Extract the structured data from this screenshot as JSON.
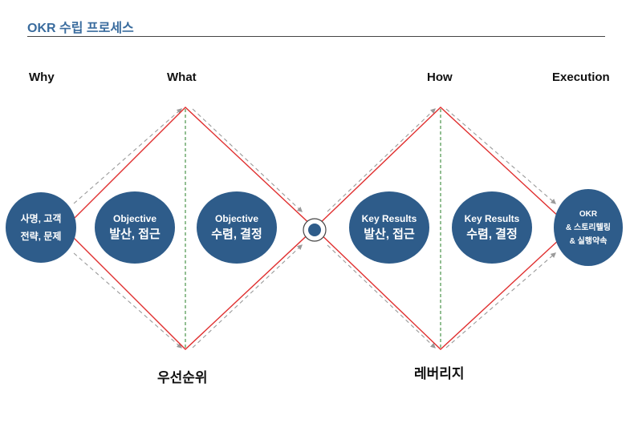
{
  "title": "OKR 수립 프로세스",
  "stages": {
    "why": "Why",
    "what": "What",
    "how": "How",
    "execution": "Execution"
  },
  "bottom_labels": {
    "priority": "우선순위",
    "leverage": "레버리지"
  },
  "nodes": {
    "mission": {
      "line1": "사명, 고객",
      "line2": "전략, 문제"
    },
    "objective_diverge": {
      "line1": "Objective",
      "line2": "발산, 접근"
    },
    "objective_converge": {
      "line1": "Objective",
      "line2": "수렴, 결정"
    },
    "kr_diverge": {
      "line1": "Key Results",
      "line2": "발산, 접근"
    },
    "kr_converge": {
      "line1": "Key Results",
      "line2": "수렴, 결정"
    },
    "execution": {
      "line1": "OKR",
      "line2": "& 스토리텔링",
      "line3": "& 실행약속"
    }
  },
  "colors": {
    "title": "#3a6c9e",
    "node_fill": "#2e5c8a",
    "diamond_line": "#e03030",
    "dashed_divider": "#3a8a3a",
    "dashed_arrow": "#9a9a9a"
  }
}
